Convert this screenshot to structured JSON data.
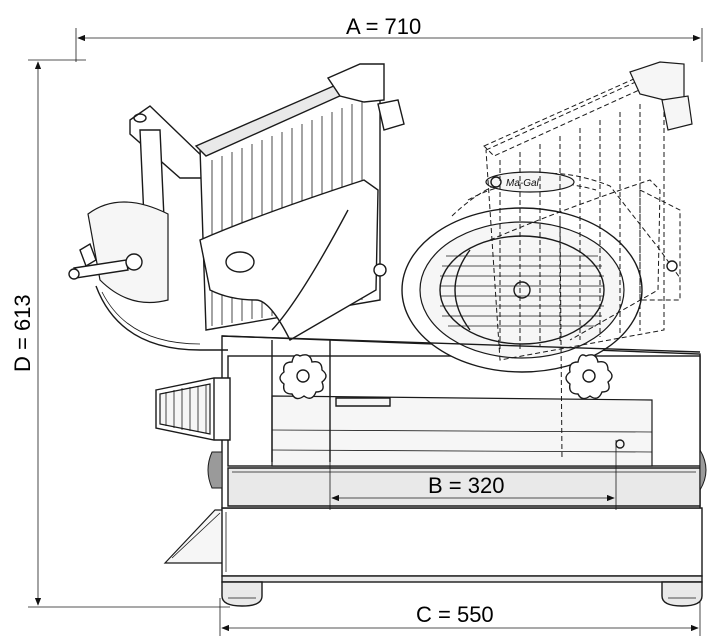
{
  "dimensions": {
    "a_label": "A = 710",
    "b_label": "B = 320",
    "c_label": "C = 550",
    "d_label": "D = 613"
  },
  "brand_plate": "Ma-Gal"
}
